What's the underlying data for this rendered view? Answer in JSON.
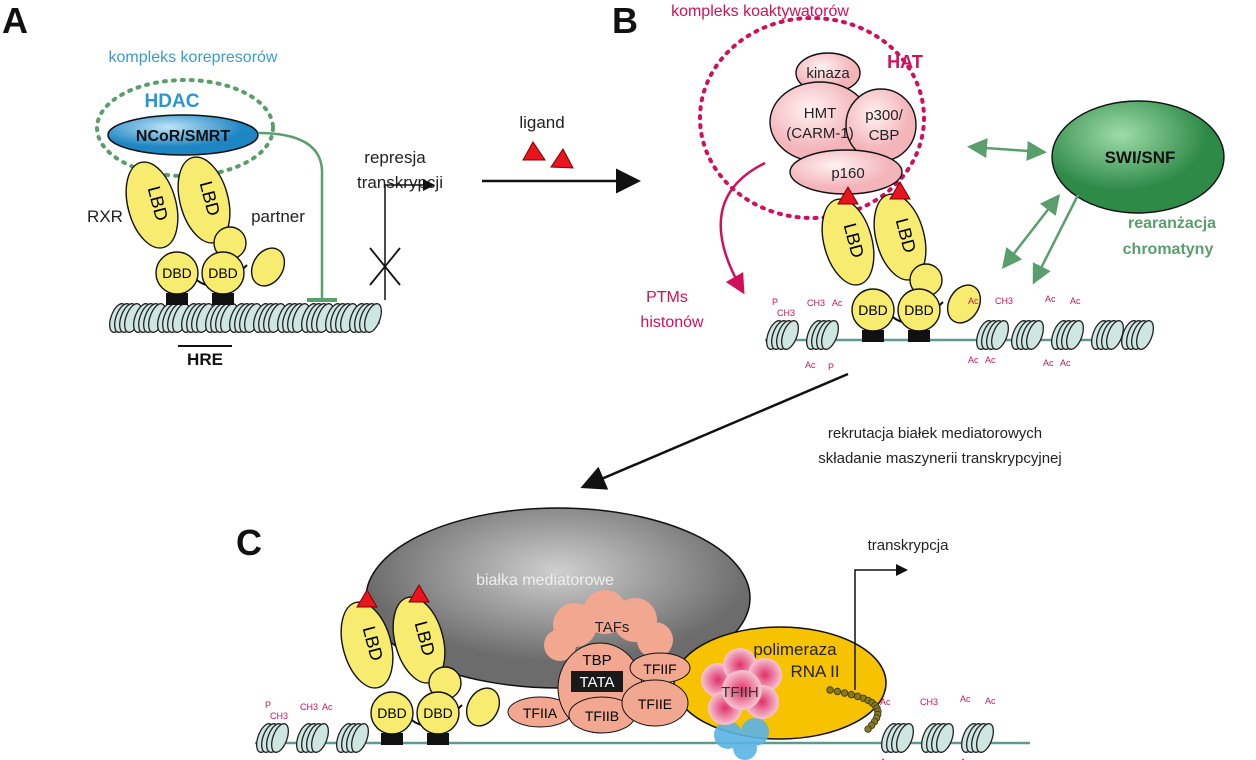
{
  "panels": {
    "a": {
      "letter": "A",
      "corepressor_complex": "kompleks korepresorów",
      "hdac": "HDAC",
      "ncor": "NCoR/SMRT",
      "rxr": "RXR",
      "partner": "partner",
      "lbd": "LBD",
      "dbd": "DBD",
      "hre": "HRE",
      "repression_line1": "represja",
      "repression_line2": "transkrypcji"
    },
    "ligand": "ligand",
    "b": {
      "letter": "B",
      "coactivator_complex": "kompleks koaktywatorów",
      "hat": "HAT",
      "kinase": "kinaza",
      "hmt_line1": "HMT",
      "hmt_line2": "(CARM-1)",
      "p300_line1": "p300/",
      "p300_line2": "CBP",
      "p160": "p160",
      "swisnf": "SWI/SNF",
      "remodel_line1": "rearanżacja",
      "remodel_line2": "chromatyny",
      "ptm_line1": "PTMs",
      "ptm_line2": "histonów",
      "lbd": "LBD",
      "dbd": "DBD",
      "mods": {
        "p": "P",
        "ch3": "CH3",
        "ac": "Ac"
      }
    },
    "recruit_line1": "rekrutacja białek mediatorowych",
    "recruit_line2": "składanie maszynerii transkrypcyjnej",
    "c": {
      "letter": "C",
      "mediator": "białka mediatorowe",
      "tafs": "TAFs",
      "tbp": "TBP",
      "tata": "TATA",
      "tfiif": "TFIIF",
      "tfiie": "TFIIE",
      "tfiia": "TFIIA",
      "tfiib": "TFIIB",
      "tfiih": "TFIIH",
      "pol_line1": "polimeraza",
      "pol_line2": "RNA II",
      "transcription": "transkrypcja",
      "lbd": "LBD",
      "dbd": "DBD"
    }
  },
  "colors": {
    "cyan": "#3a9cc8",
    "crimson": "#d0105a",
    "green": "#5a9e6e",
    "yellow": "#f7ec70",
    "salmon": "#f2a890",
    "polymerase": "#f7c200"
  }
}
